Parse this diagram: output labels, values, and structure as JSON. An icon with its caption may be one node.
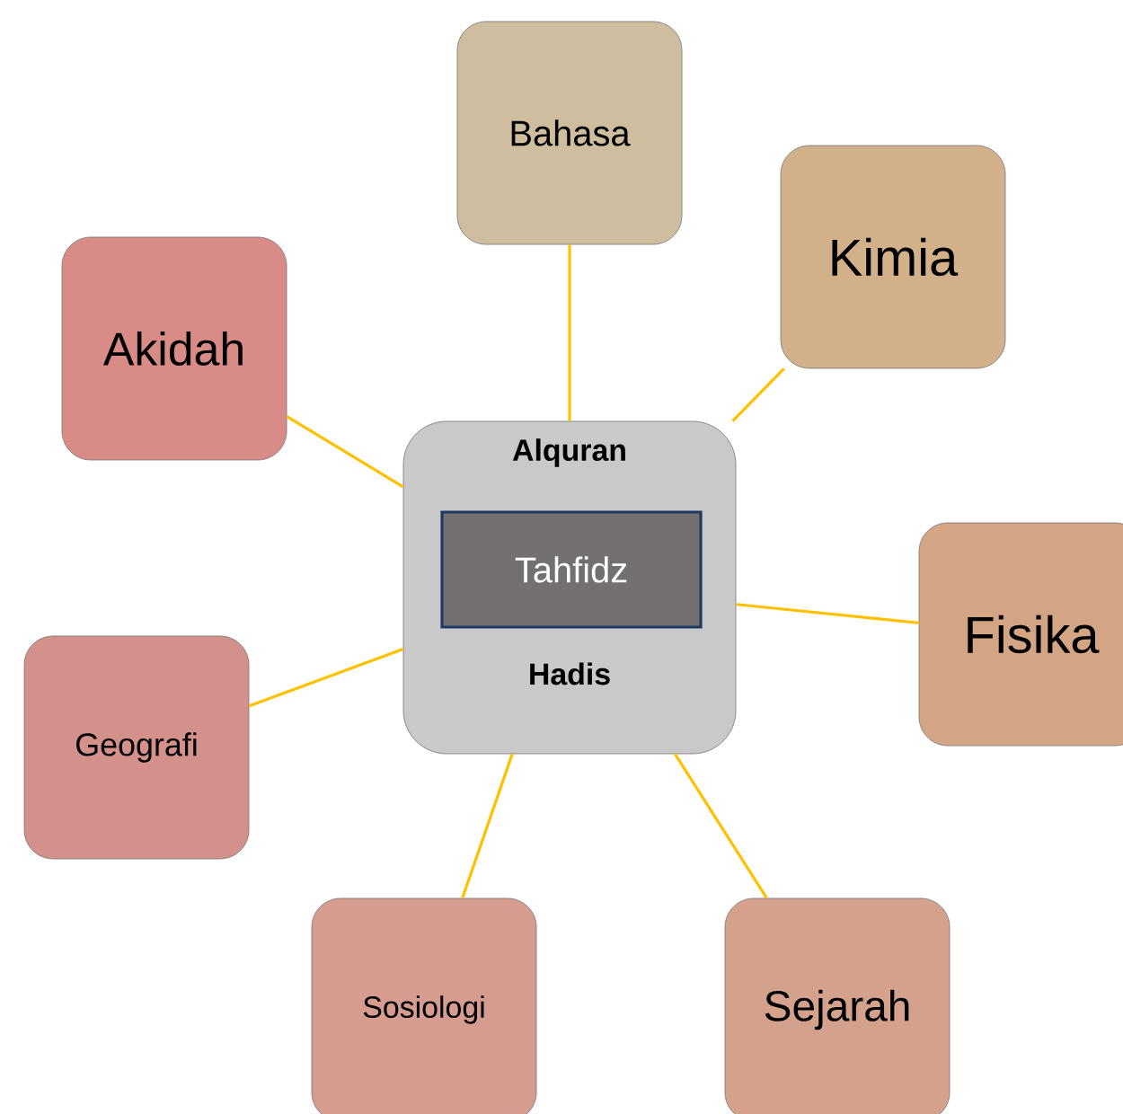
{
  "diagram": {
    "nodes": [
      {
        "text": [
          "Bahasa"
        ]
      },
      {
        "text": [
          "Kimia"
        ]
      },
      {
        "text": [
          "Akidah"
        ]
      },
      {
        "text": [
          "Alquran",
          "Hadis"
        ]
      },
      {
        "text": [
          "Tahfidz"
        ],
        "in": 3
      },
      {
        "text": [
          "Fisika"
        ]
      },
      {
        "text": [
          "Geografi"
        ]
      },
      {
        "text": [
          "Sosiologi"
        ]
      },
      {
        "text": [
          "Sejarah"
        ]
      }
    ],
    "edges": [
      {
        "from": 3,
        "to": 0,
        "arrow": "none"
      },
      {
        "from": 3,
        "to": 1,
        "arrow": "none"
      },
      {
        "from": 3,
        "to": 2,
        "arrow": "none"
      },
      {
        "from": 3,
        "to": 5,
        "arrow": "none"
      },
      {
        "from": 3,
        "to": 6,
        "arrow": "none"
      },
      {
        "from": 3,
        "to": 7,
        "arrow": "none"
      },
      {
        "from": 3,
        "to": 8,
        "arrow": "none"
      }
    ]
  }
}
